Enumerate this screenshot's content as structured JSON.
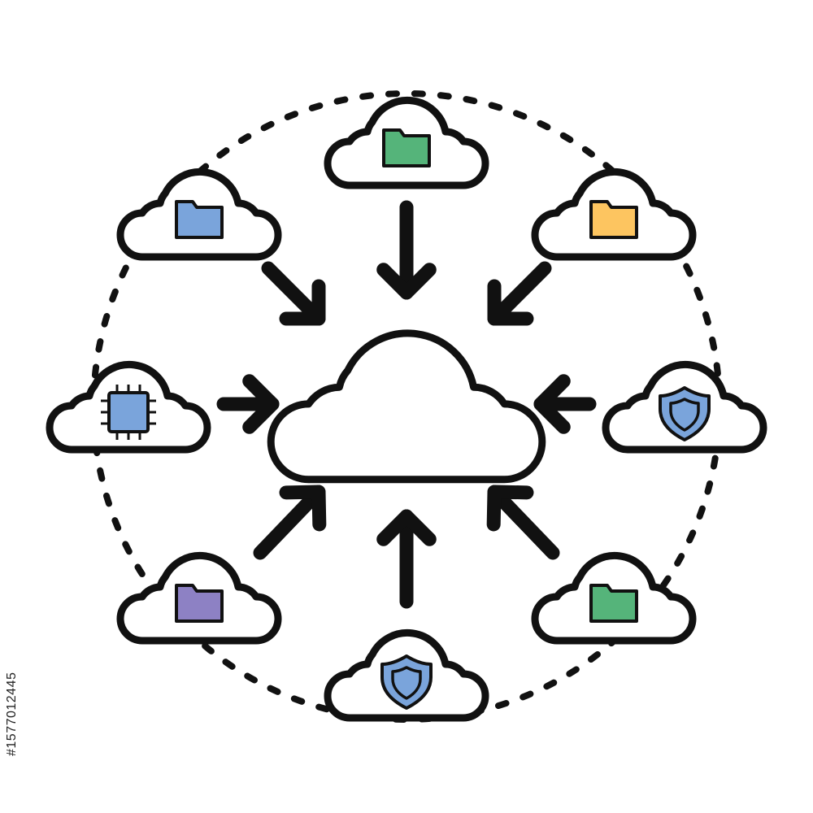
{
  "colors": {
    "stroke": "#111111",
    "cloud_fill": "#ffffff",
    "folder_green": "#55b47a",
    "folder_blue": "#7aa4db",
    "folder_yellow": "#fdc560",
    "folder_purple": "#8d81c4",
    "chip_blue": "#7aa4db",
    "shield_blue": "#7aa4db"
  },
  "nodes": [
    {
      "id": "top",
      "icon": "folder-icon",
      "color": "folder_green"
    },
    {
      "id": "top-left",
      "icon": "folder-icon",
      "color": "folder_blue"
    },
    {
      "id": "top-right",
      "icon": "folder-icon",
      "color": "folder_yellow"
    },
    {
      "id": "left",
      "icon": "chip-icon",
      "color": "chip_blue"
    },
    {
      "id": "right",
      "icon": "shield-icon",
      "color": "shield_blue"
    },
    {
      "id": "bottom-left",
      "icon": "folder-icon",
      "color": "folder_purple"
    },
    {
      "id": "bottom-right",
      "icon": "folder-icon",
      "color": "folder_green"
    },
    {
      "id": "bottom",
      "icon": "shield-icon",
      "color": "shield_blue"
    }
  ],
  "hub": {
    "id": "center",
    "icon": "cloud-icon"
  },
  "watermark": {
    "id_text": "#1577012445"
  }
}
